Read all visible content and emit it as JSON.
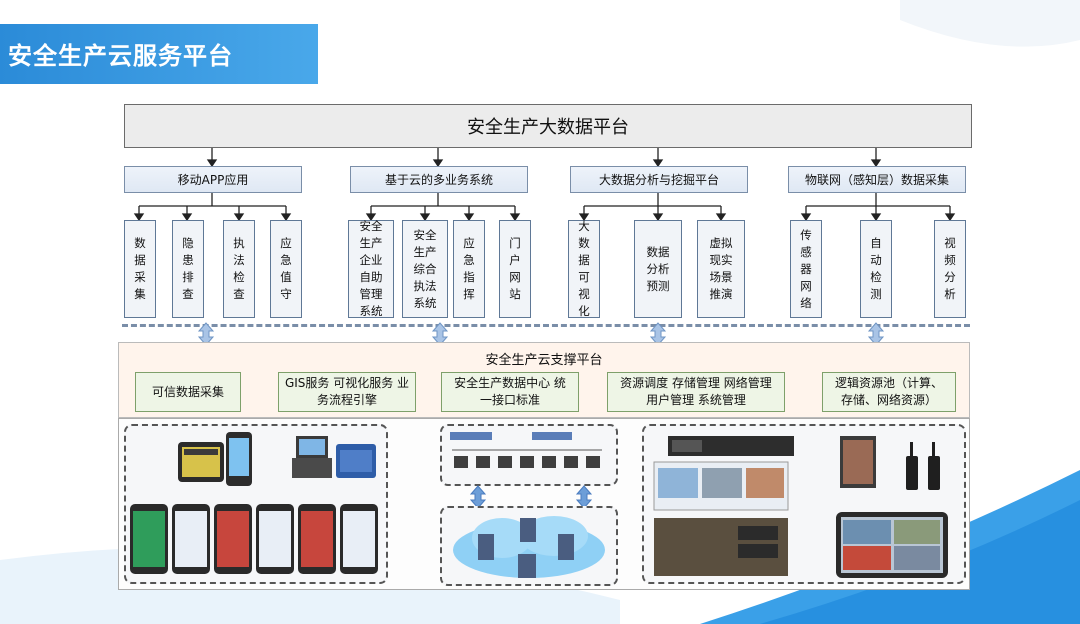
{
  "header": {
    "title": "安全生产云服务平台"
  },
  "top_platform": "安全生产大数据平台",
  "categories": [
    {
      "label": "移动APP应用",
      "items": [
        "数\n据\n采\n集",
        "隐\n患\n排\n查",
        "执\n法\n检\n查",
        "应\n急\n值\n守"
      ]
    },
    {
      "label": "基于云的多业务系统",
      "items": [
        "安全\n生产\n企业\n自助\n管理\n系统",
        "安全\n生产\n综合\n执法\n系统",
        "应\n急\n指\n挥",
        "门\n户\n网\n站"
      ]
    },
    {
      "label": "大数据分析与挖掘平台",
      "items": [
        "大\n数\n据\n可\n视\n化",
        "数据\n分析\n预测",
        "虚拟\n现实\n场景\n推演"
      ]
    },
    {
      "label": "物联网（感知层）数据采集",
      "items": [
        "传\n感\n器\n网\n络",
        "自\n动\n检\n测",
        "视\n频\n分\n析"
      ]
    }
  ],
  "support_platform": {
    "title": "安全生产云支撑平台",
    "items": [
      "可信数据采集",
      "GIS服务 可视化服务 业\n务流程引擎",
      "安全生产数据中心 统\n一接口标准",
      "资源调度 存储管理 网络管理\n用户管理 系统管理",
      "逻辑资源池（计算、\n存储、网络资源）"
    ]
  },
  "colors": {
    "banner": "#2b8bd8",
    "arrow": "#8fb3dd",
    "box_border": "#5f7896"
  },
  "icons": [
    "tablet-device-icon",
    "phone-icon",
    "laptop-case-icon",
    "server-rack-icon",
    "cloud-network-icon",
    "walkie-talkie-icon",
    "video-monitor-icon"
  ]
}
